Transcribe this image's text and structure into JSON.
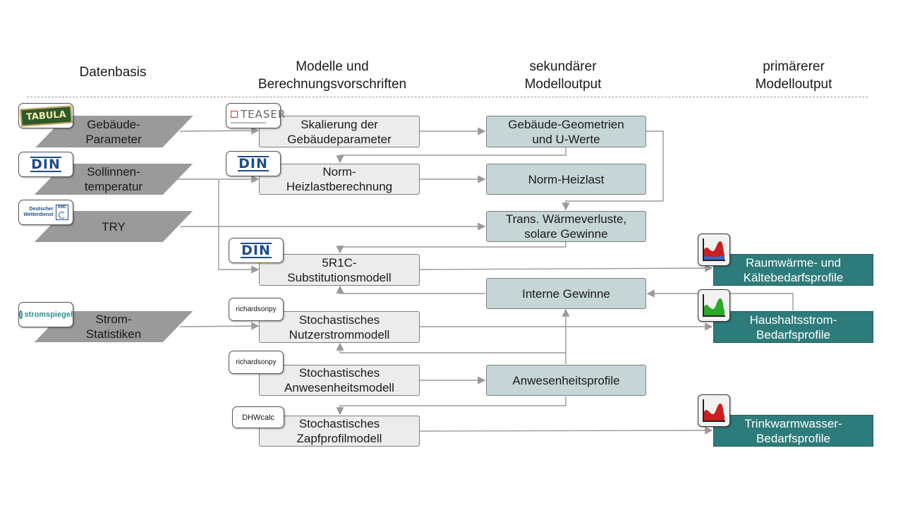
{
  "headers": {
    "datenbasis": "Datenbasis",
    "modelle_line1": "Modelle und",
    "modelle_line2": "Berechnungsvorschriften",
    "sekundaer_line1": "sekundärer",
    "sekundaer_line2": "Modelloutput",
    "primaer_line1": "primärerer",
    "primaer_line2": "Modelloutput"
  },
  "logos": {
    "tabula": "TABULA",
    "teaser": "TEASER",
    "din": "DIN",
    "dwd_line1": "Deutscher",
    "dwd_line2": "Wetterdienst",
    "dwd_badge": "DWD",
    "stromspiegel": "stromspiegel",
    "richardsonpy": "richardsonpy",
    "dhwcalc": "DHWcalc"
  },
  "inputs": {
    "gebaeude": [
      "Gebäude-",
      "Parameter"
    ],
    "sollinnen": [
      "Sollinnen-",
      "temperatur"
    ],
    "try": "TRY",
    "strom": [
      "Strom-",
      "Statistiken"
    ]
  },
  "models": {
    "skalierung": [
      "Skalierung der",
      "Gebäudeparameter"
    ],
    "norm": [
      "Norm-",
      "Heizlastberechnung"
    ],
    "r5c1": [
      "5R1C-",
      "Substitutionsmodell"
    ],
    "nutzerstrom": [
      "Stochastisches",
      "Nutzerstrommodell"
    ],
    "anwesenheit": [
      "Stochastisches",
      "Anwesenheitsmodell"
    ],
    "zapfprofil": [
      "Stochastisches",
      "Zapfprofilmodell"
    ]
  },
  "secondary": {
    "geometrie": [
      "Gebäude-Geometrien",
      "und U-Werte"
    ],
    "heizlast": "Norm-Heizlast",
    "trans": [
      "Trans. Wärmeverluste,",
      "solare Gewinne"
    ],
    "interne": "Interne Gewinne",
    "anwesenheitsprofile": "Anwesenheitsprofile"
  },
  "primary": {
    "raumwaerme": [
      "Raumwärme- und",
      "Kältebedarfsprofile"
    ],
    "haushaltsstrom": [
      "Haushaltsstrom-",
      "Bedarfsprofile"
    ],
    "trinkwasser": [
      "Trinkwarmwasser-",
      "Bedarfsprofile"
    ]
  },
  "colors": {
    "input_fill": "#9a9a9a",
    "model_fill": "#ececec",
    "secondary_fill": "#c6d5d5",
    "primary_fill": "#2e7b7b",
    "connector": "#9a9a9a",
    "icon_red": "#cc1f1f",
    "icon_blue": "#3a63c4",
    "icon_green": "#2aa82a"
  }
}
